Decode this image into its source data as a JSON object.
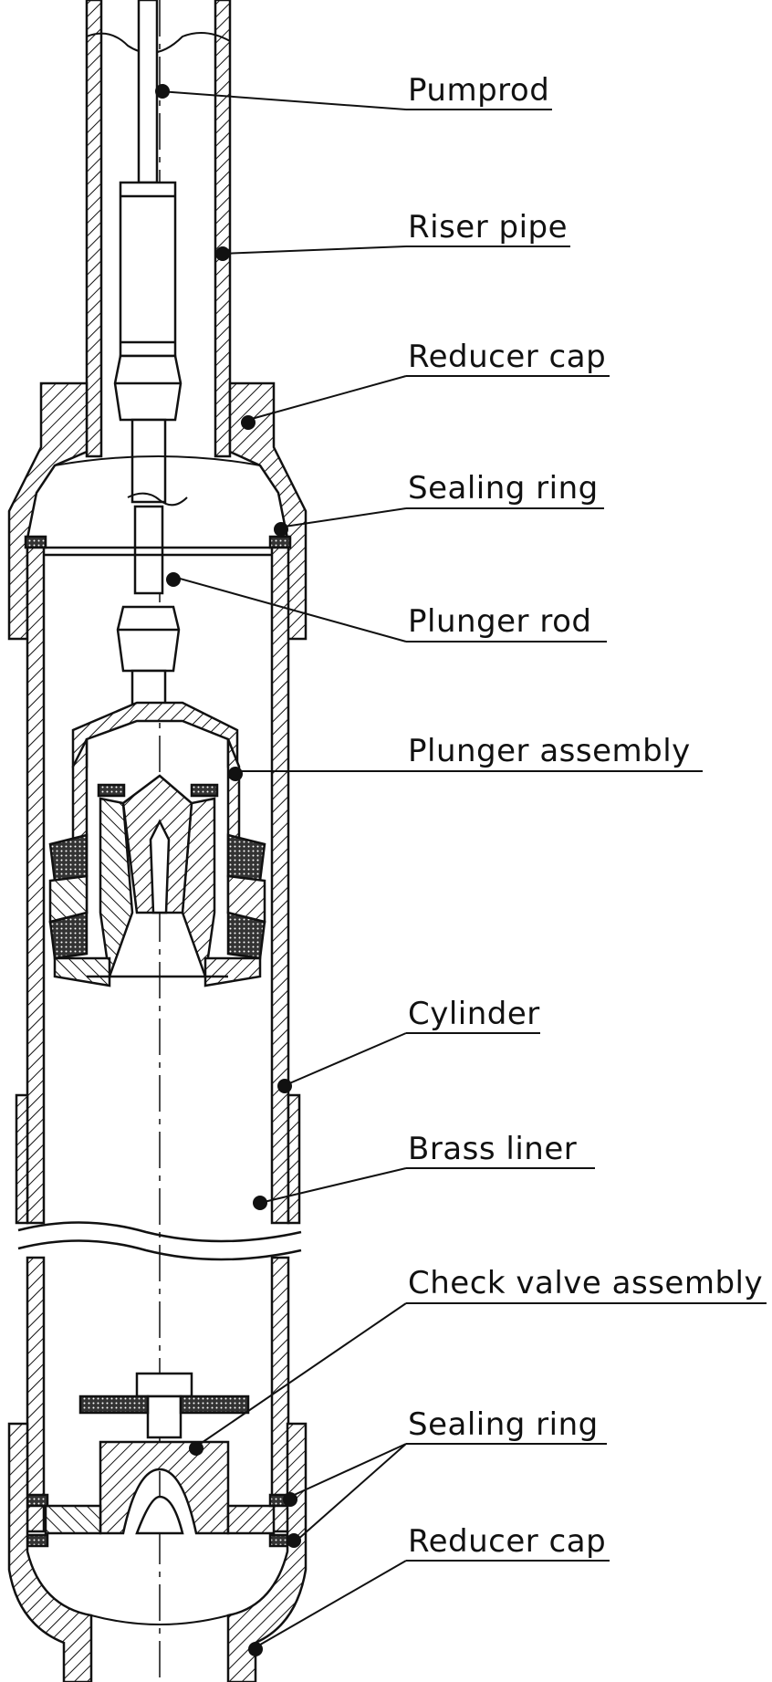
{
  "diagram": {
    "ink_color": "#111111",
    "labels": [
      {
        "id": "pumprod",
        "text": "Pumprod"
      },
      {
        "id": "riser-pipe",
        "text": "Riser pipe"
      },
      {
        "id": "reducer-cap-top",
        "text": "Reducer cap"
      },
      {
        "id": "sealing-ring-top",
        "text": "Sealing ring"
      },
      {
        "id": "plunger-rod",
        "text": "Plunger rod"
      },
      {
        "id": "plunger-assembly",
        "text": "Plunger assembly"
      },
      {
        "id": "cylinder",
        "text": "Cylinder"
      },
      {
        "id": "brass-liner",
        "text": "Brass liner"
      },
      {
        "id": "check-valve-assembly",
        "text": "Check valve assembly"
      },
      {
        "id": "sealing-ring-bottom",
        "text": "Sealing ring"
      },
      {
        "id": "reducer-cap-bottom",
        "text": "Reducer cap"
      }
    ]
  }
}
